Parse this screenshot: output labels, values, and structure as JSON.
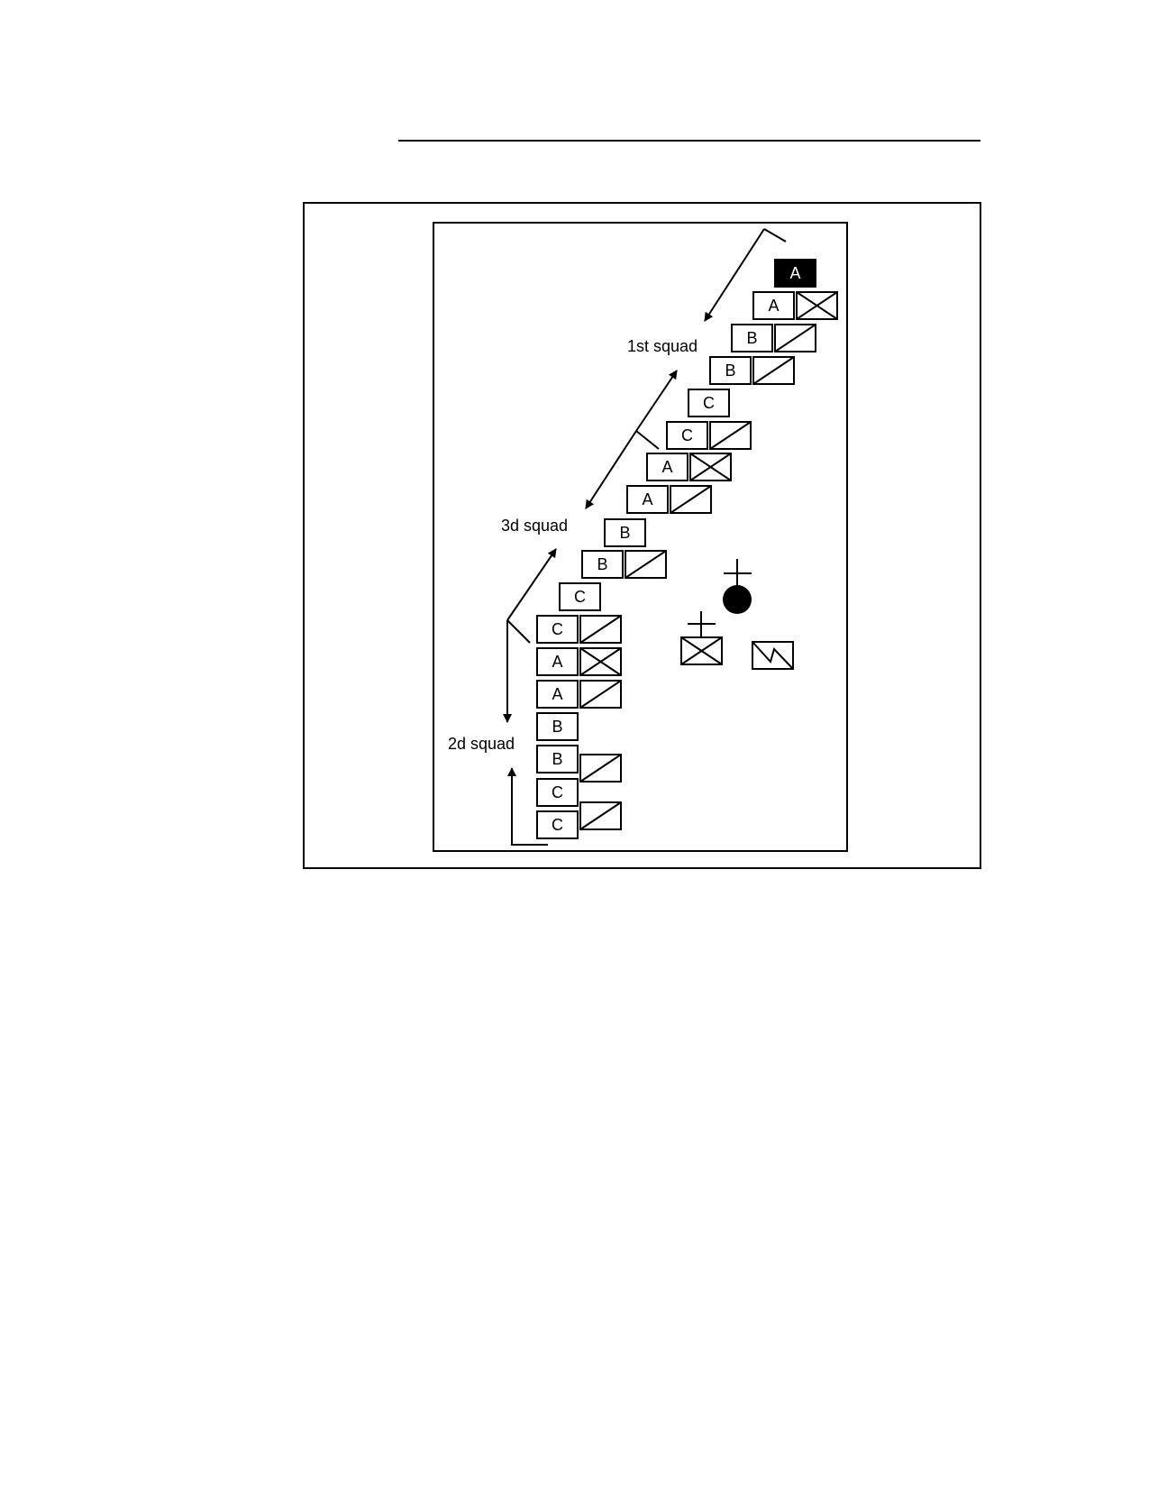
{
  "figure": {
    "labels": {
      "first_squad": "1st squad",
      "third_squad": "3d squad",
      "second_squad": "2d squad"
    },
    "units": [
      {
        "letter": "A",
        "symbol": "none",
        "filled": true
      },
      {
        "letter": "A",
        "symbol": "x",
        "filled": false
      },
      {
        "letter": "B",
        "symbol": "slash",
        "filled": false
      },
      {
        "letter": "B",
        "symbol": "slash",
        "filled": false
      },
      {
        "letter": "C",
        "symbol": "none",
        "filled": false
      },
      {
        "letter": "C",
        "symbol": "slash",
        "filled": false
      },
      {
        "letter": "A",
        "symbol": "x",
        "filled": false
      },
      {
        "letter": "A",
        "symbol": "slash",
        "filled": false
      },
      {
        "letter": "B",
        "symbol": "none",
        "filled": false
      },
      {
        "letter": "B",
        "symbol": "slash",
        "filled": false
      },
      {
        "letter": "C",
        "symbol": "none",
        "filled": false
      },
      {
        "letter": "C",
        "symbol": "slash",
        "filled": false
      },
      {
        "letter": "A",
        "symbol": "x",
        "filled": false
      },
      {
        "letter": "A",
        "symbol": "slash",
        "filled": false
      },
      {
        "letter": "B",
        "symbol": "none",
        "filled": false
      },
      {
        "letter": "B",
        "symbol": "slash",
        "filled": false
      },
      {
        "letter": "C",
        "symbol": "none",
        "filled": false
      },
      {
        "letter": "C",
        "symbol": "slash",
        "filled": false
      }
    ],
    "colors": {
      "ink": "#000000",
      "paper": "#ffffff"
    }
  }
}
